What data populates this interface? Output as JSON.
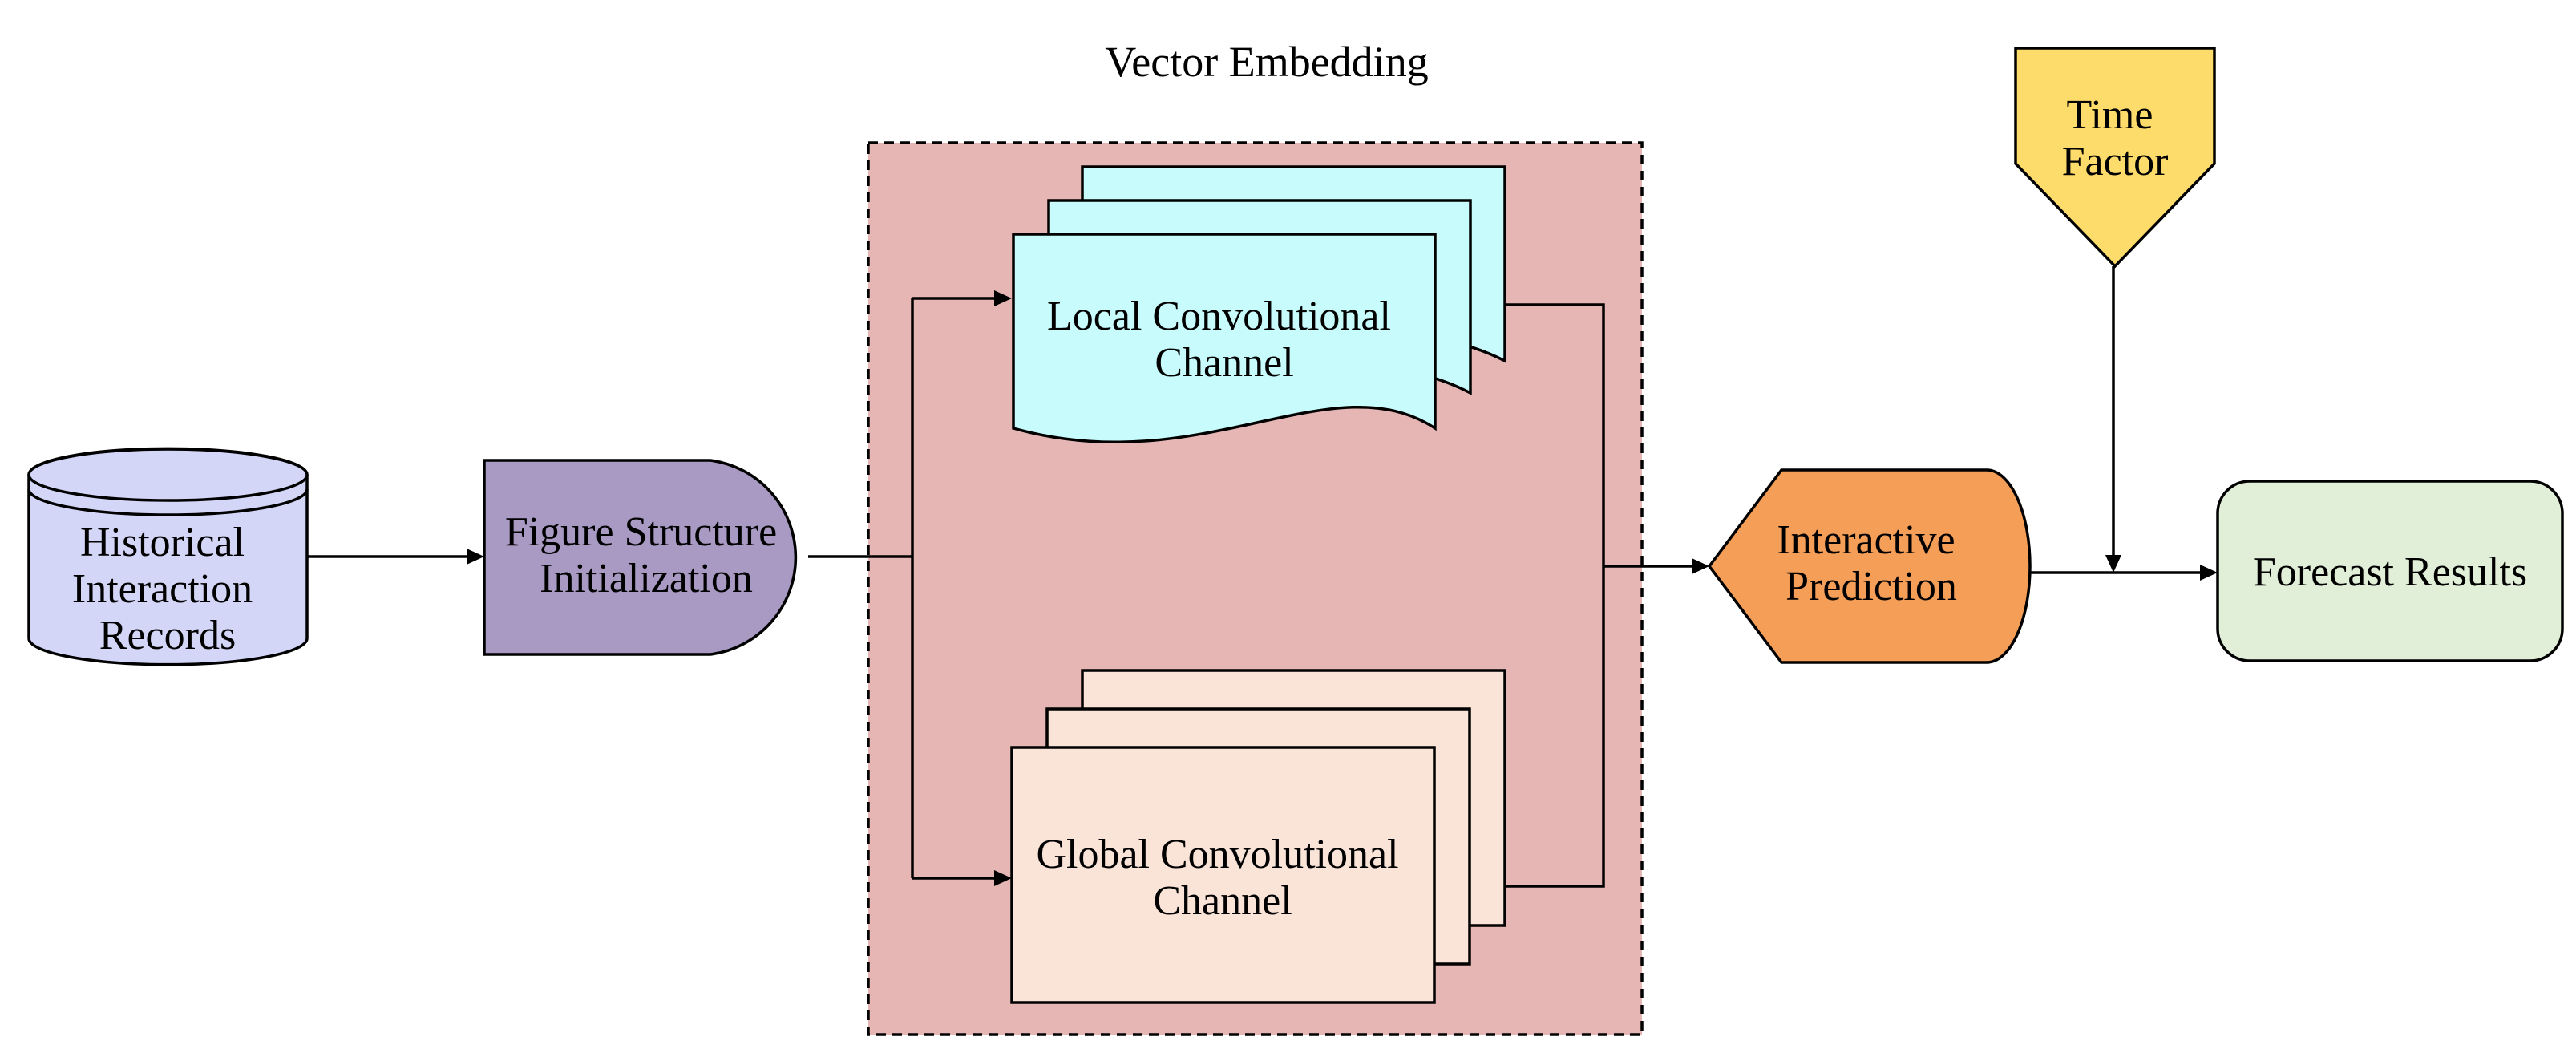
{
  "diagram": {
    "group_title": "Vector Embedding",
    "nodes": {
      "historical": {
        "lines": [
          "Historical",
          "Interaction",
          "Records"
        ]
      },
      "figure": {
        "lines": [
          "Figure Structure",
          "Initialization"
        ]
      },
      "local": {
        "lines": [
          "Local Convolutional",
          "Channel"
        ]
      },
      "global": {
        "lines": [
          "Global Convolutional",
          "Channel"
        ]
      },
      "interactive": {
        "lines": [
          "Interactive",
          "Prediction"
        ]
      },
      "time": {
        "lines": [
          "Time",
          "Factor"
        ]
      },
      "forecast": {
        "lines": [
          "Forecast Results"
        ]
      }
    },
    "colors": {
      "historical": "#d4d6f7",
      "figure": "#a89ac2",
      "group_fill": "#e6b6b4",
      "local": "#c8fcfc",
      "global": "#fae4d8",
      "interactive": "#f49e58",
      "time": "#fedc6b",
      "forecast": "#e2efd8"
    }
  }
}
